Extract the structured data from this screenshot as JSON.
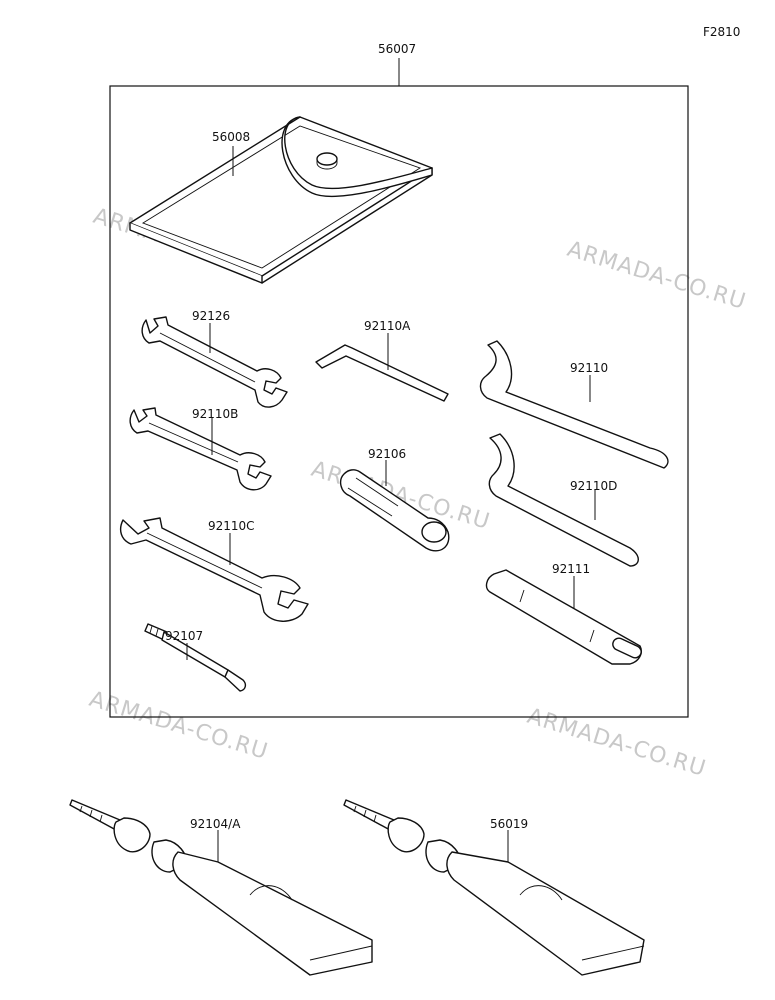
{
  "figure_code": "F2810",
  "watermark": "ARMADA-CO.RU",
  "kit": {
    "number": "56007",
    "parts": [
      {
        "key": "pouch",
        "number": "56008"
      },
      {
        "key": "spanner_92126",
        "number": "92126"
      },
      {
        "key": "hex_key",
        "number": "92110A"
      },
      {
        "key": "hook_wrench_large",
        "number": "92110"
      },
      {
        "key": "spanner_92110b",
        "number": "92110B"
      },
      {
        "key": "plug_wrench",
        "number": "92106"
      },
      {
        "key": "hook_wrench_small",
        "number": "92110D"
      },
      {
        "key": "spanner_92110c",
        "number": "92110C"
      },
      {
        "key": "handle",
        "number": "92111"
      },
      {
        "key": "screwdriver",
        "number": "92107"
      }
    ]
  },
  "tubes": [
    {
      "key": "grease_tube_left",
      "number": "92104/A"
    },
    {
      "key": "grease_tube_right",
      "number": "56019"
    }
  ]
}
